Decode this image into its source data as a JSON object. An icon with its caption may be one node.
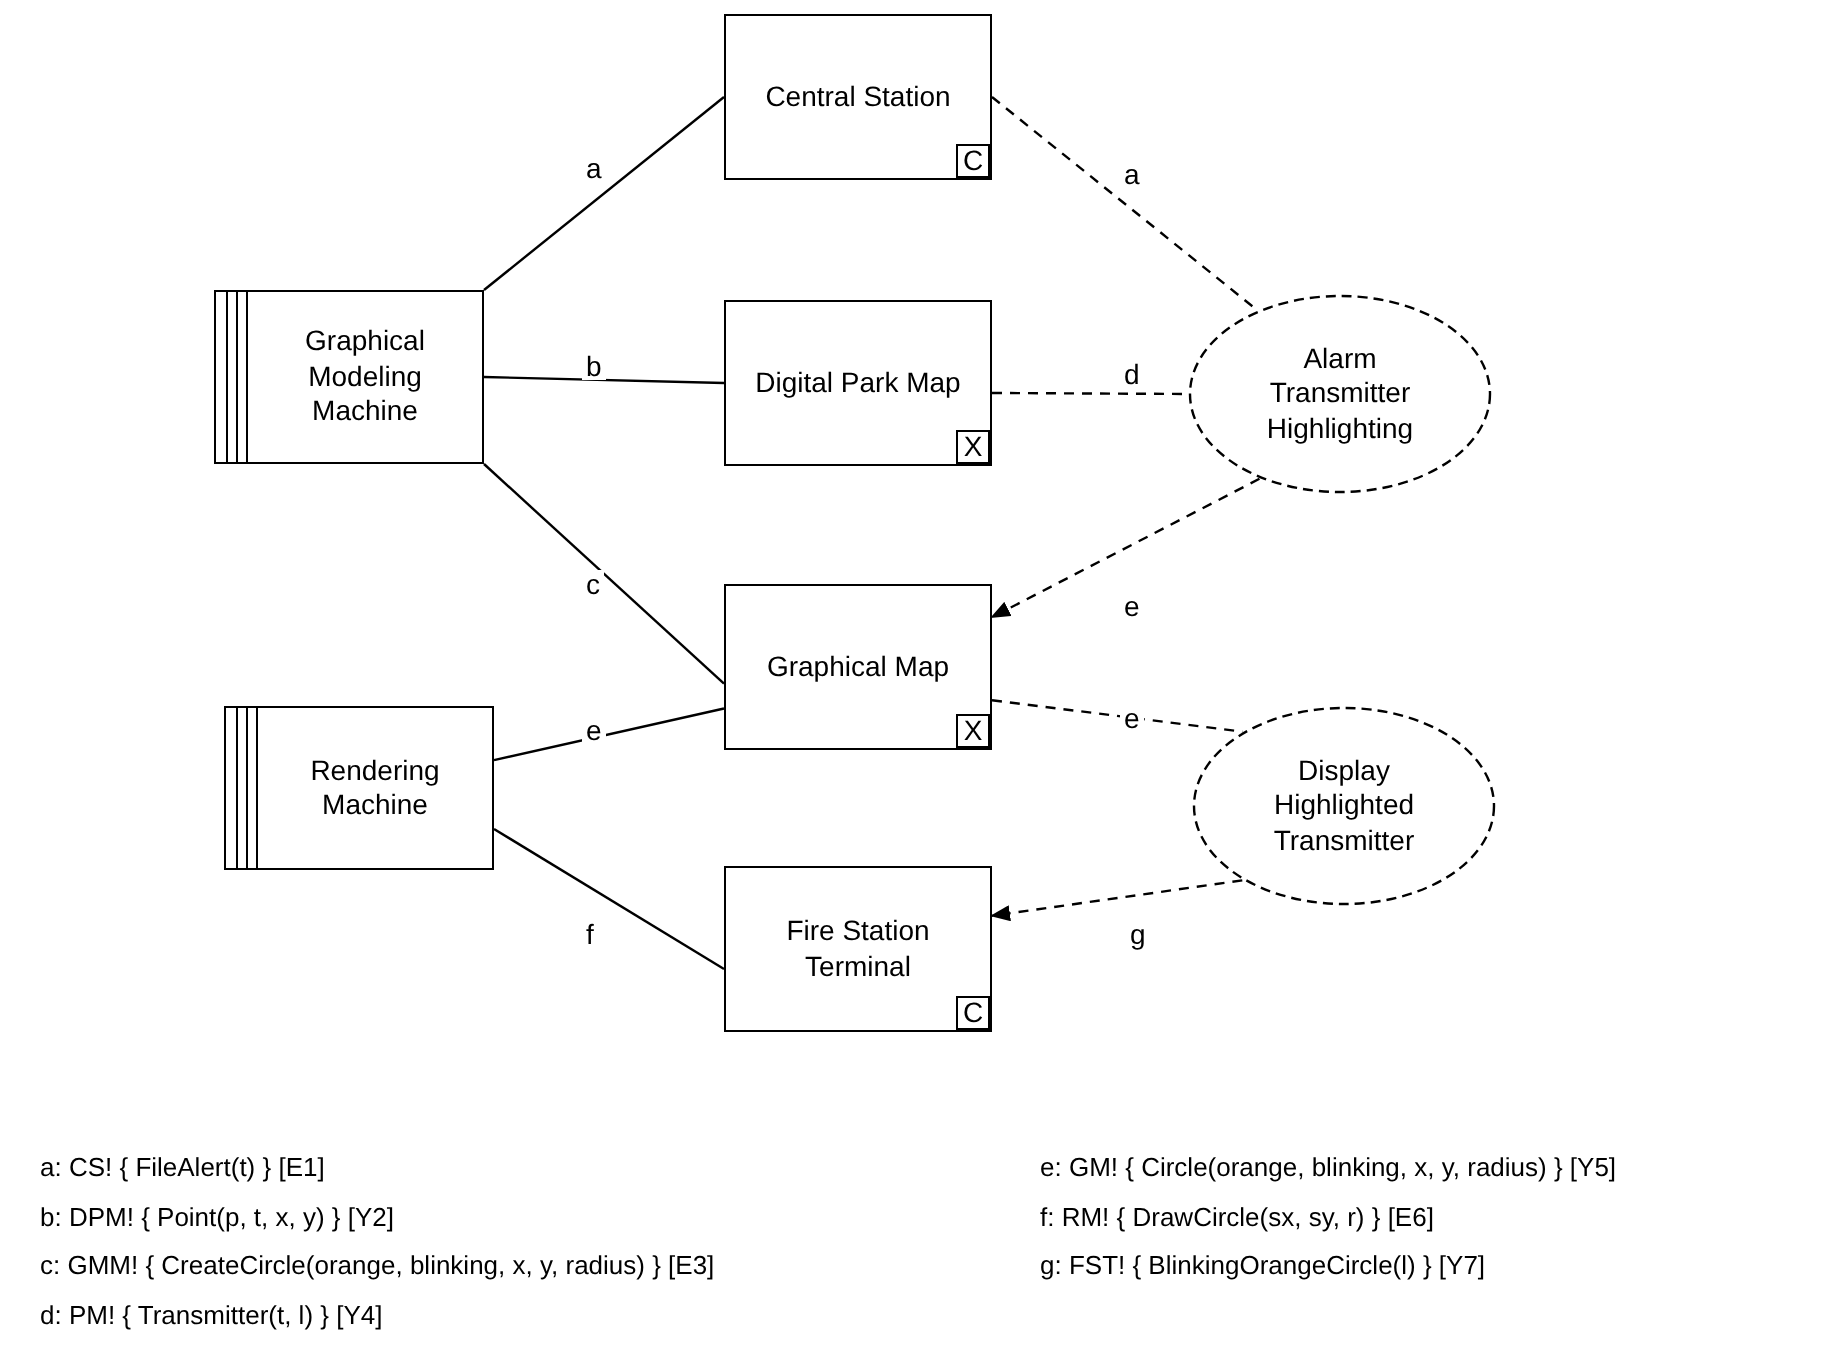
{
  "diagram": {
    "nodes": [
      {
        "text": [
          "Graphical Modeling Machine"
        ]
      },
      {
        "text": [
          "Rendering Machine"
        ]
      },
      {
        "text": [
          "Central Station",
          "C"
        ]
      },
      {
        "text": [
          "Digital Park Map",
          "X"
        ]
      },
      {
        "text": [
          "Graphical Map",
          "X"
        ]
      },
      {
        "text": [
          "Fire Station Terminal",
          "C"
        ]
      },
      {
        "text": [
          "Alarm Transmitter Highlighting"
        ]
      },
      {
        "text": [
          "Display Highlighted Transmitter"
        ]
      }
    ],
    "edges": [
      {
        "from": 0,
        "to": 2,
        "arrow": "none",
        "label": "a"
      },
      {
        "from": 0,
        "to": 3,
        "arrow": "none",
        "label": "b"
      },
      {
        "from": 0,
        "to": 4,
        "arrow": "none",
        "label": "c"
      },
      {
        "from": 1,
        "to": 4,
        "arrow": "none",
        "label": "e"
      },
      {
        "from": 1,
        "to": 5,
        "arrow": "none",
        "label": "f"
      },
      {
        "from": 2,
        "to": 6,
        "arrow": "none",
        "label": "a",
        "style": "dashed"
      },
      {
        "from": 3,
        "to": 6,
        "arrow": "none",
        "label": "d",
        "style": "dashed"
      },
      {
        "from": 6,
        "to": 4,
        "arrow": "to",
        "label": "e",
        "style": "dashed"
      },
      {
        "from": 4,
        "to": 7,
        "arrow": "none",
        "label": "e",
        "style": "dashed"
      },
      {
        "from": 7,
        "to": 5,
        "arrow": "to",
        "label": "g",
        "style": "dashed"
      }
    ],
    "labels": [
      "a: CS! { FileAlert(t) } [E1]",
      "b: DPM! { Point(p, t, x, y) } [Y2]",
      "c: GMM! { CreateCircle(orange, blinking, x, y, radius) } [E3]",
      "d: PM! { Transmitter(t, l) } [Y4]",
      "e: GM! { Circle(orange, blinking, x, y, radius) } [Y5]",
      "f: RM! { DrawCircle(sx, sy, r) } [E6]",
      "g: FST! { BlinkingOrangeCircle(l) } [Y7]"
    ]
  }
}
